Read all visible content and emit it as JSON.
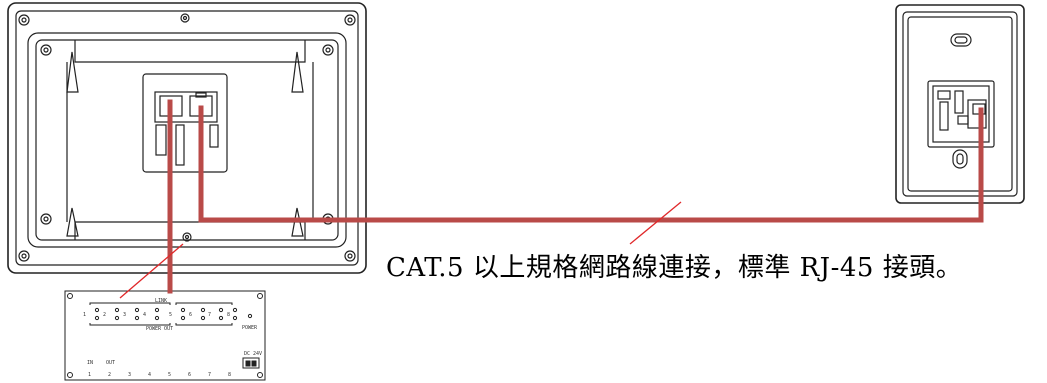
{
  "caption": "CAT.5 以上規格網路線連接，標準 RJ-45 接頭。",
  "switch_labels": {
    "link": "LINK",
    "power_out": "POWER OUT",
    "power": "POWER",
    "in": "IN",
    "out": "OUT",
    "dc": "DC 24V",
    "port_numbers": [
      "1",
      "2",
      "3",
      "4",
      "5",
      "6",
      "7",
      "8"
    ]
  },
  "colors": {
    "cable": "#b94a48",
    "pointer": "#e0282a",
    "outline": "#222222"
  }
}
